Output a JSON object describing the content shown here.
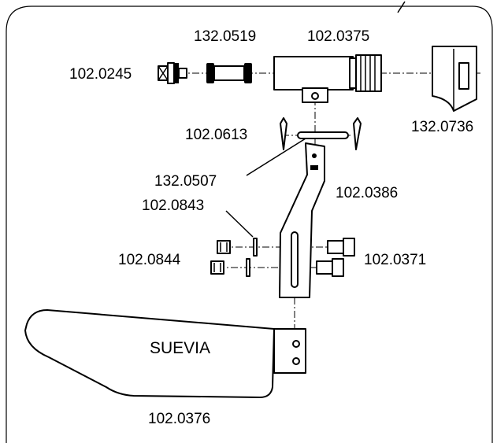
{
  "parts": {
    "p102_0245": "102.0245",
    "p132_0519": "132.0519",
    "p102_0375": "102.0375",
    "p132_0736": "132.0736",
    "p102_0613": "102.0613",
    "p132_0507": "132.0507",
    "p102_0386": "102.0386",
    "p102_0843": "102.0843",
    "p102_0844": "102.0844",
    "p102_0371": "102.0371",
    "p102_0376": "102.0376"
  },
  "plate_text": "SUEVIA"
}
